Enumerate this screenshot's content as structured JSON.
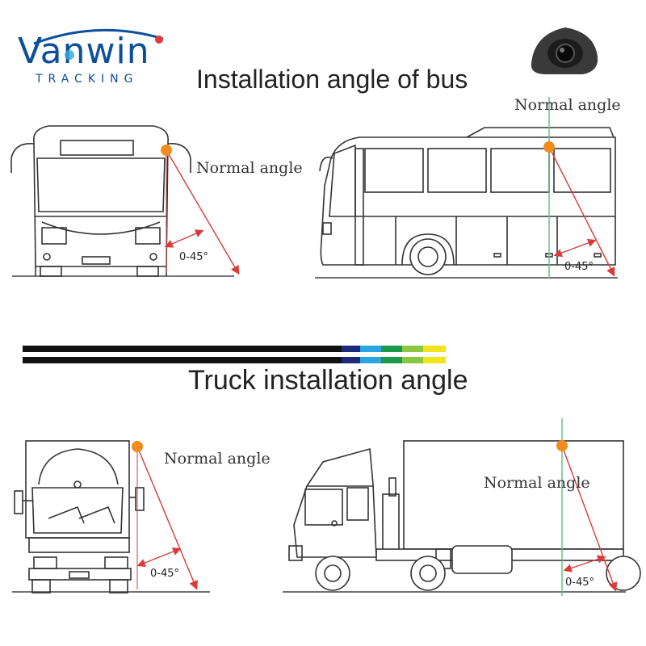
{
  "brand": {
    "name": "Vanwin",
    "subtitle": "TRACKING"
  },
  "colors": {
    "brand_blue": "#0b4f9c",
    "camera_dot": "#f28c1e",
    "angle_line": "#d93a3a",
    "normal_line": "#5fbf7a"
  },
  "bus_section": {
    "title": "Installation angle of bus",
    "front_view": {
      "normal_label": "Normal angle",
      "angle_label": "0-45°"
    },
    "side_view": {
      "normal_label": "Normal angle",
      "angle_label": "0-45°"
    }
  },
  "divider": {
    "stripe_colors": [
      "#1b2a7a",
      "#2aa7e0",
      "#1a9a4a",
      "#8cc63f",
      "#f2e41a"
    ]
  },
  "truck_section": {
    "title": "Truck installation angle",
    "front_view": {
      "normal_label": "Normal angle",
      "angle_label": "0-45°"
    },
    "side_view": {
      "normal_label": "Normal angle",
      "angle_label": "0-45°"
    }
  },
  "product": {
    "icon": "camera-icon"
  }
}
